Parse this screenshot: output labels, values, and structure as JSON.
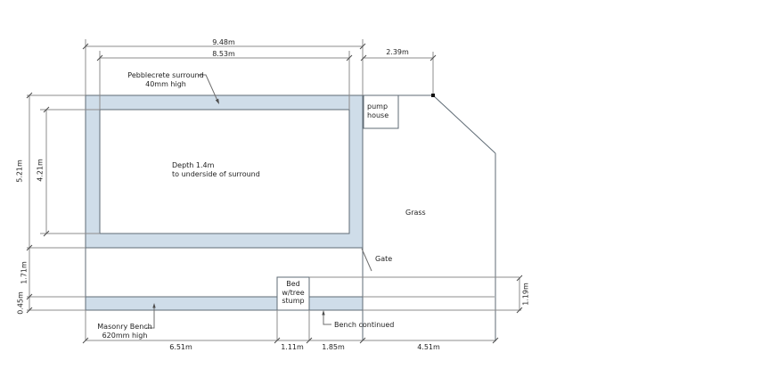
{
  "drawing": {
    "colors": {
      "surround_fill": "#cfdde9",
      "box_fill": "#ffffff",
      "line_gray": "#8c8c8c"
    },
    "dimensions": {
      "top_total": "9.48m",
      "top_pool": "8.53m",
      "top_right": "2.39m",
      "left_surround_height": "5.21m",
      "left_pool_height": "4.21m",
      "left_path_gap": "1.71m",
      "left_bench_depth": "0.45m",
      "bottom_bench_left": "6.51m",
      "bottom_bed": "1.11m",
      "bottom_bench_right": "1.85m",
      "bottom_right_gap": "4.51m",
      "right_bed_depth": "1.19m"
    },
    "labels": {
      "pebblecrete": "Pebblecrete surround\n40mm high",
      "depth": "Depth 1.4m\nto underside of surround",
      "pump_house": "pump\nhouse",
      "grass": "Grass",
      "gate": "Gate",
      "bed": "Bed\nw/tree\nstump",
      "masonry_bench": "Masonry Bench\n620mm high",
      "bench_continued": "Bench continued"
    }
  }
}
